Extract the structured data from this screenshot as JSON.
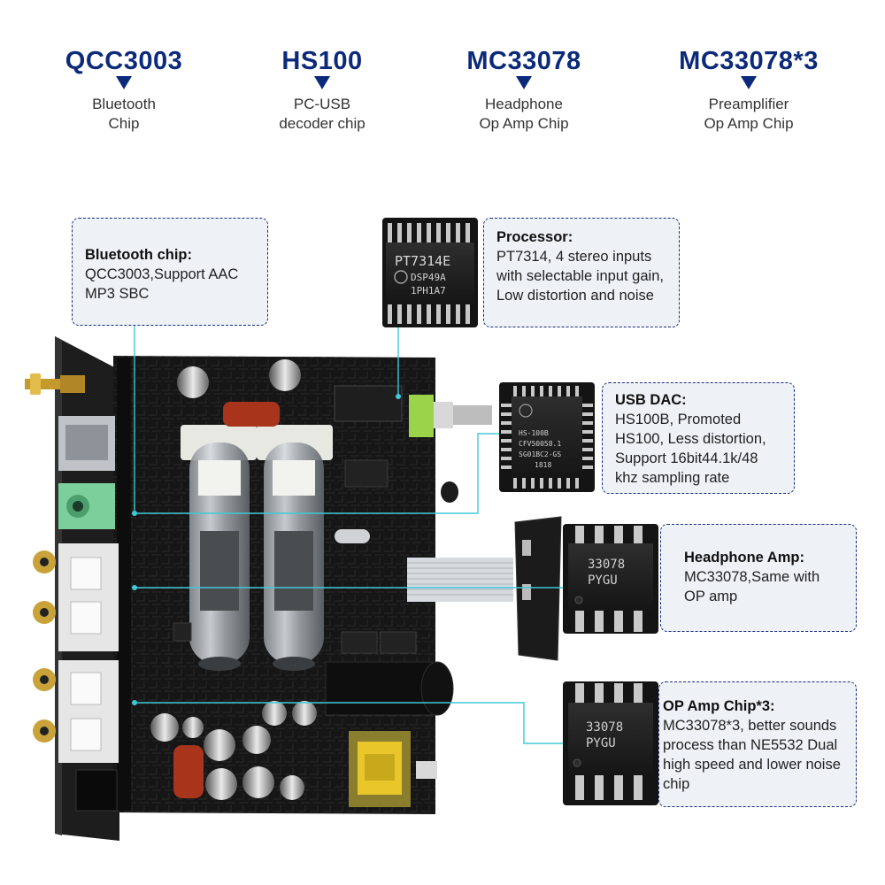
{
  "chips": [
    {
      "name": "QCC3003",
      "sub1": "Bluetooth",
      "sub2": "Chip"
    },
    {
      "name": "HS100",
      "sub1": "PC-USB",
      "sub2": "decoder chip"
    },
    {
      "name": "MC33078",
      "sub1": "Headphone",
      "sub2": "Op Amp Chip"
    },
    {
      "name": "MC33078*3",
      "sub1": "Preamplifier",
      "sub2": "Op Amp Chip"
    }
  ],
  "callouts": {
    "bluetooth": {
      "title": "Bluetooth chip:",
      "text": "QCC3003,Support AAC MP3 SBC"
    },
    "processor": {
      "title": "Processor:",
      "text": "PT7314, 4 stereo inputs with selectable input gain, Low distortion and noise"
    },
    "usb_dac": {
      "title": "USB DAC:",
      "text": "HS100B, Promoted HS100, Less distortion, Support 16bit44.1k/48 khz sampling rate"
    },
    "headphone_amp": {
      "title": "Headphone Amp:",
      "text": "MC33078,Same with OP amp"
    },
    "op_amp": {
      "title": "OP Amp Chip*3:",
      "text": "MC33078*3, better sounds process than NE5532 Dual high speed and lower noise chip"
    }
  },
  "chip_markings": {
    "pt7314": {
      "line1": "PT7314E",
      "line2": "DSP49A",
      "line3": "1PH1A7"
    },
    "hs100": {
      "line1": "HS-100B",
      "line2": "CFV50058.1",
      "line3": "SG01BC2-GS",
      "line4": "1818"
    },
    "mc33078_a": {
      "line1": "33078",
      "line2": "PYGU"
    },
    "mc33078_b": {
      "line1": "33078",
      "line2": "PYGU"
    }
  },
  "colors": {
    "heading": "#0c2a7a",
    "callout_bg": "#eef1f6",
    "callout_border": "#1b2c7a",
    "leader": "#40c8d8",
    "pcb": "#161616"
  }
}
